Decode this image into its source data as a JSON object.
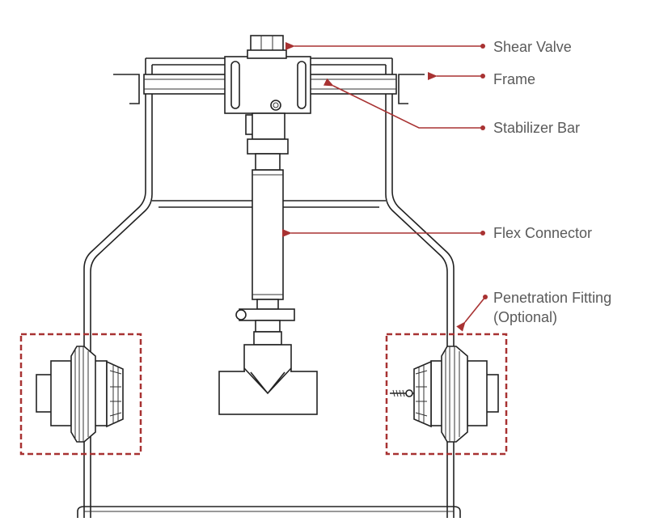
{
  "labels": {
    "shear_valve": "Shear Valve",
    "frame": "Frame",
    "stabilizer_bar": "Stabilizer Bar",
    "flex_connector": "Flex Connector",
    "penetration_fitting_line1": "Penetration Fitting",
    "penetration_fitting_line2": "(Optional)"
  },
  "colors": {
    "callout": "#a83232",
    "text": "#5a5a5a",
    "drawing": "#222222"
  }
}
